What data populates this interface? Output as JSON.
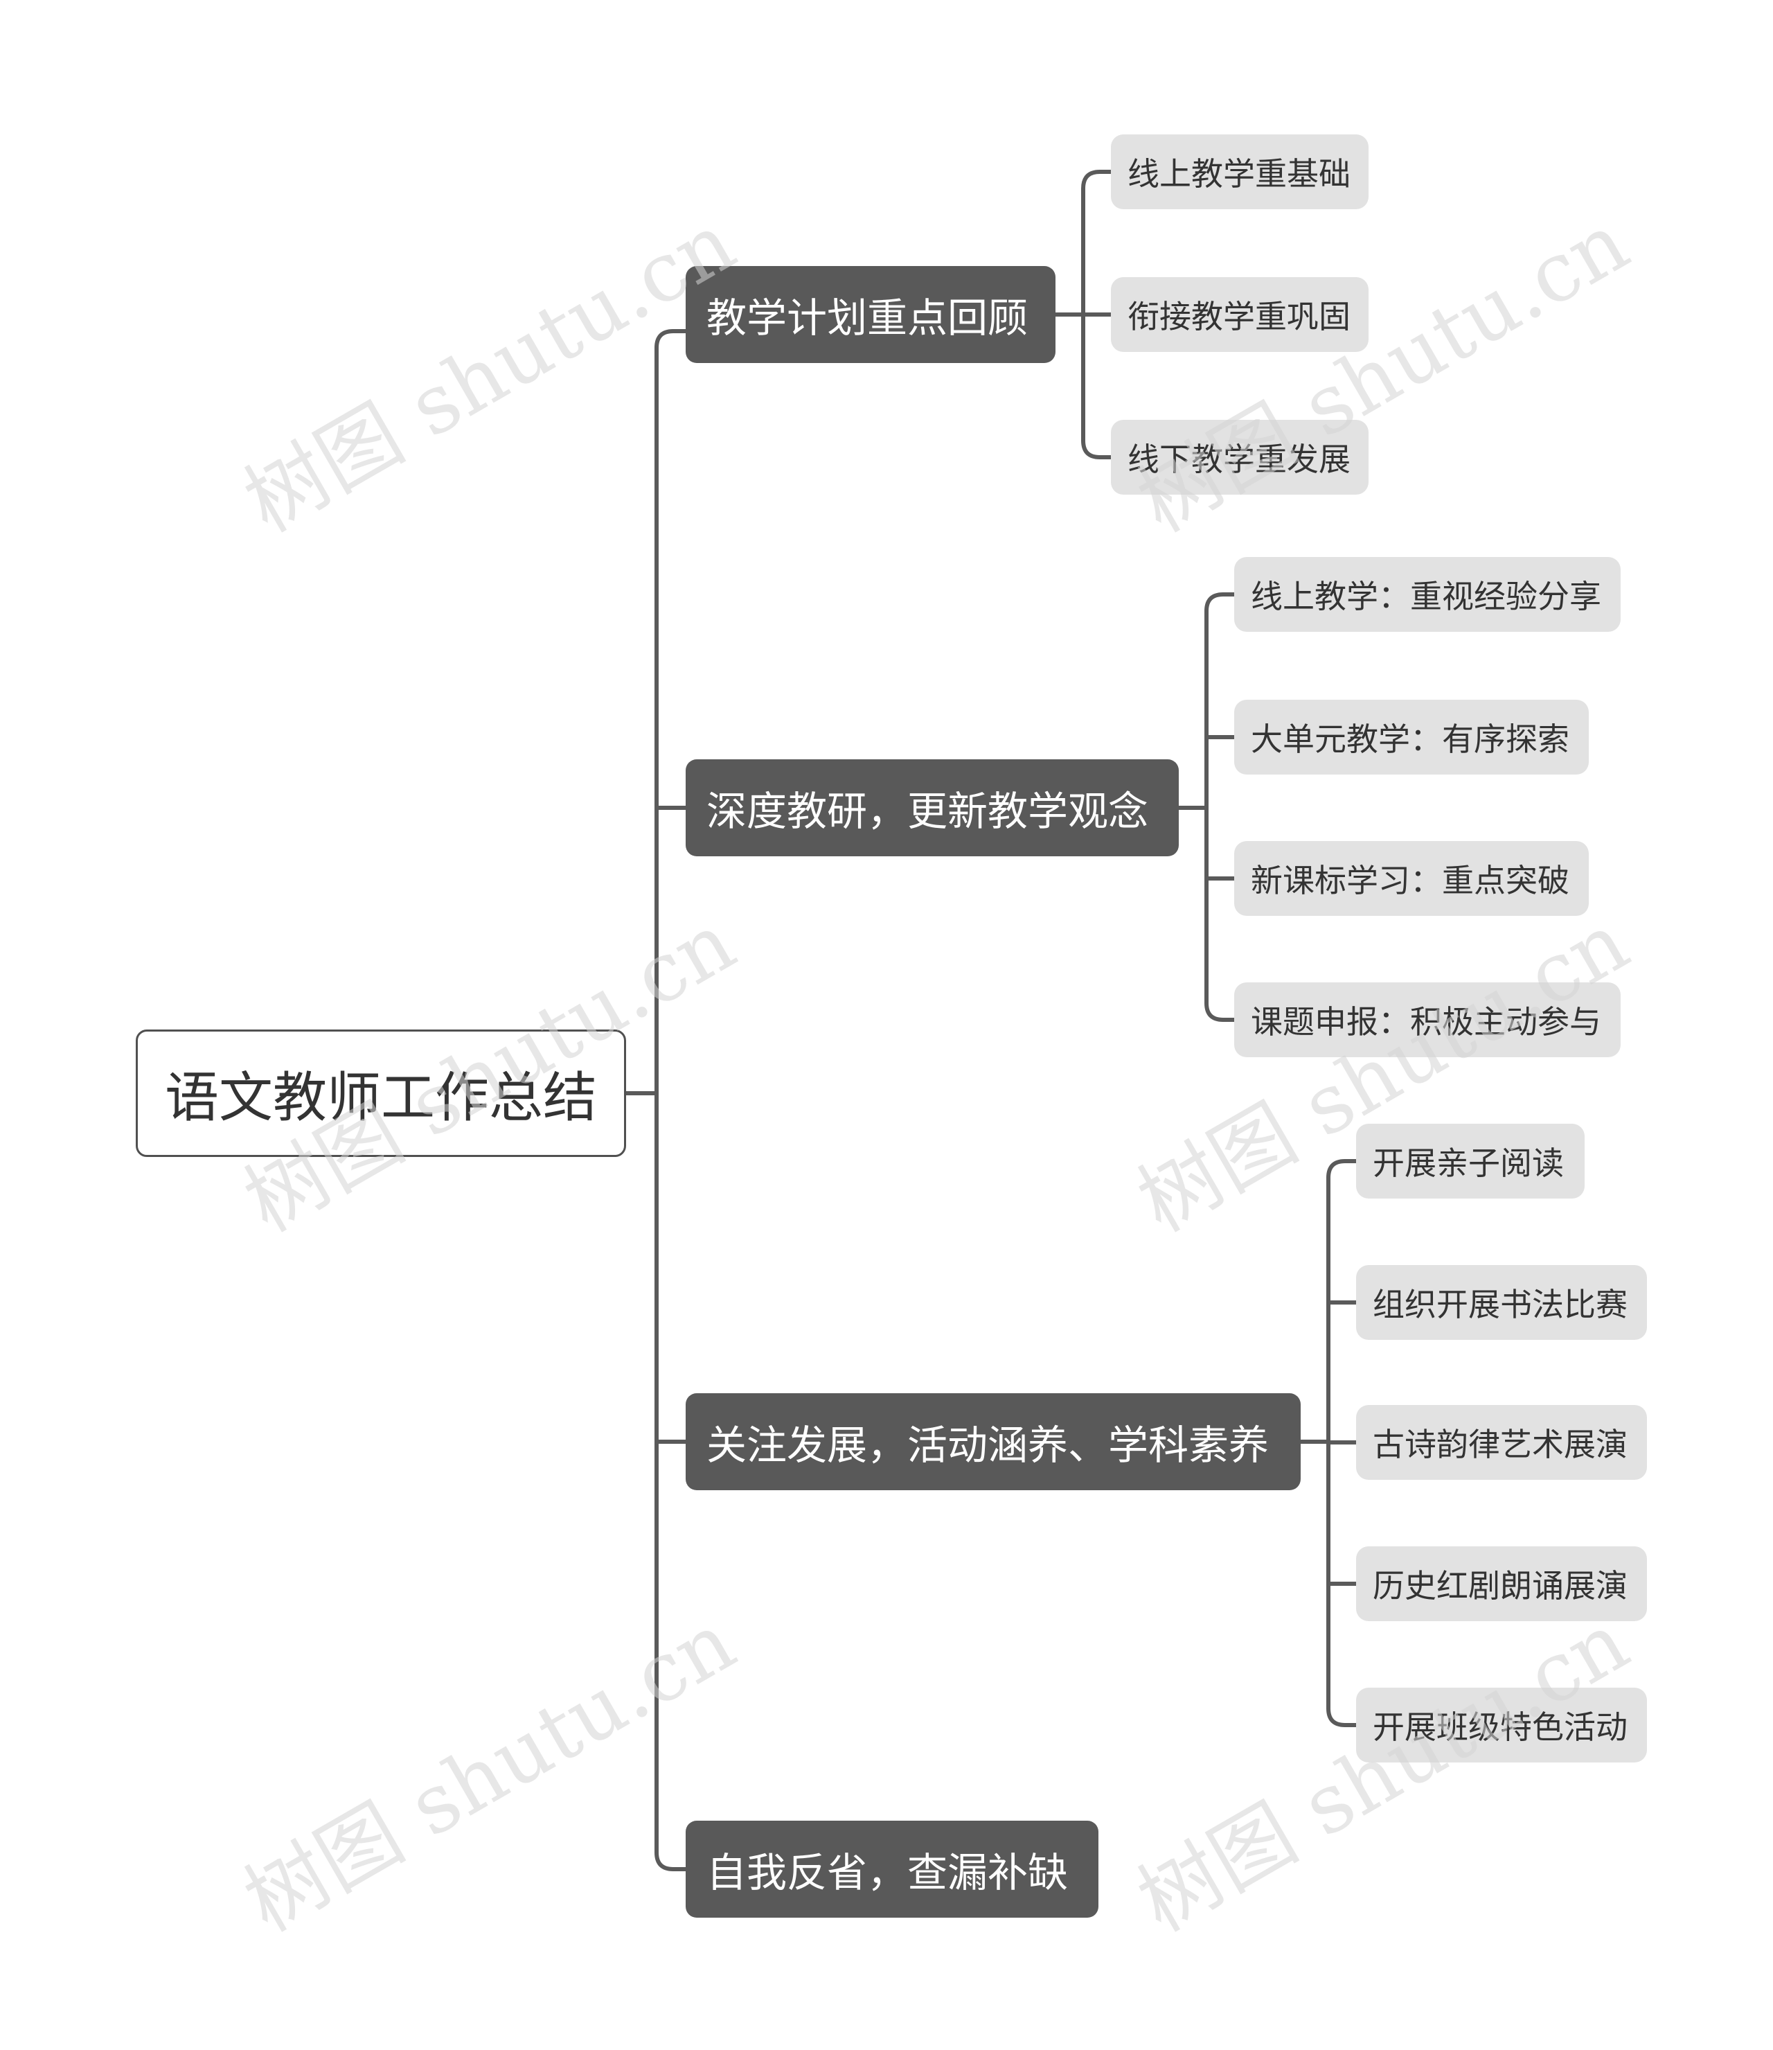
{
  "root": {
    "label": "语文教师工作总结"
  },
  "branches": [
    {
      "label": "教学计划重点回顾",
      "children": [
        "线上教学重基础",
        "衔接教学重巩固",
        "线下教学重发展"
      ]
    },
    {
      "label": "深度教研，更新教学观念",
      "children": [
        "线上教学：重视经验分享",
        "大单元教学：有序探索",
        "新课标学习：重点突破",
        "课题申报：积极主动参与"
      ]
    },
    {
      "label": "关注发展，活动涵养、学科素养",
      "children": [
        "开展亲子阅读",
        "组织开展书法比赛",
        "古诗韵律艺术展演",
        "历史红剧朗诵展演",
        "开展班级特色活动"
      ]
    },
    {
      "label": "自我反省，查漏补缺",
      "children": []
    }
  ],
  "watermark": {
    "text": "树图 shutu.cn"
  },
  "colors": {
    "branch_bg": "#595959",
    "leaf_bg": "#e2e2e2",
    "line": "#5a5a5a",
    "root_border": "#505050"
  }
}
